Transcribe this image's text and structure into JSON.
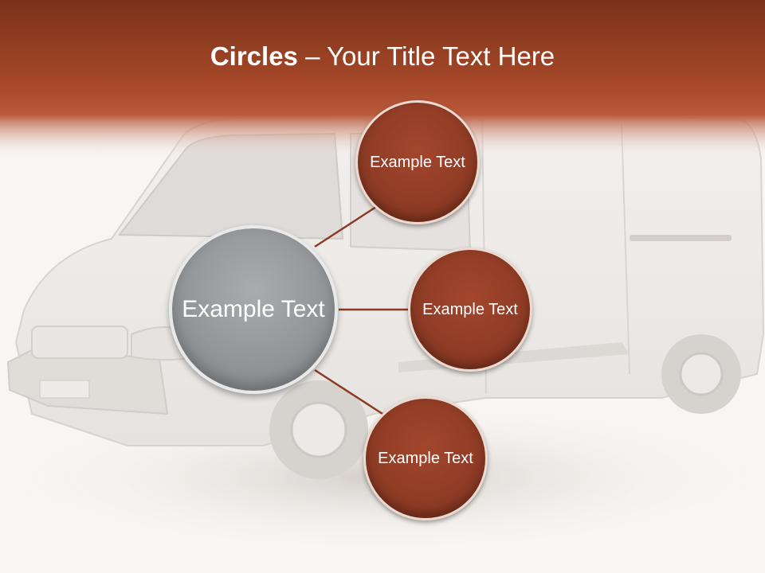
{
  "title": {
    "bold": "Circles",
    "rest": " – Your Title Text Here"
  },
  "colors": {
    "header": "#a8492a",
    "circle": "#8c3a24",
    "center": "#8f9295",
    "connector": "#8c3a24"
  },
  "center": {
    "label": "Example Text"
  },
  "nodes": [
    {
      "label": "Example Text"
    },
    {
      "label": "Example Text"
    },
    {
      "label": "Example Text"
    }
  ]
}
